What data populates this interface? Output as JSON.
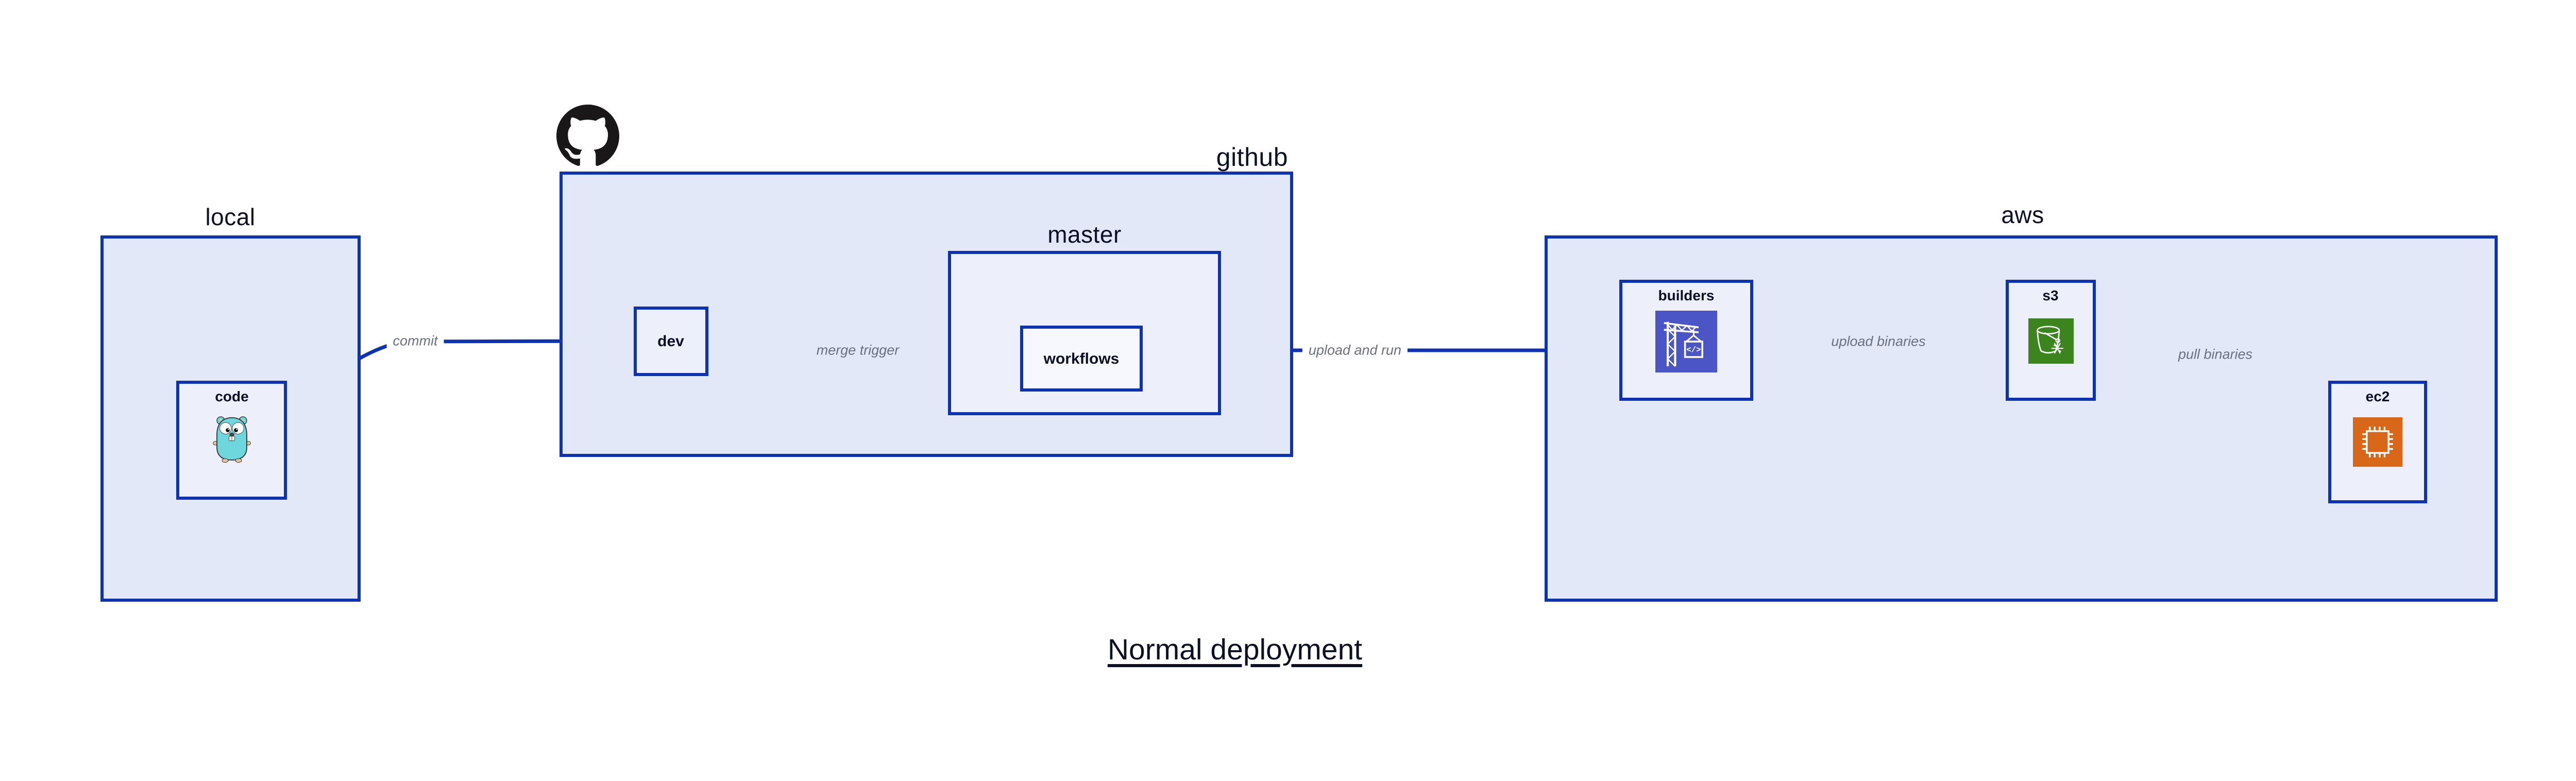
{
  "title": "Normal deployment",
  "colors": {
    "accent": "#0d33b3",
    "container_fill": "#e2e8f8",
    "node_fill": "#edf0fb",
    "nested_node_fill": "#f6f8fd",
    "edge_label_text": "#6a7080",
    "label_text": "#0b1026",
    "builders_icon_bg": "#4c55c5",
    "s3_icon_bg": "#3c851e",
    "ec2_icon_bg": "#d8671a",
    "gopher_body": "#6ed7dd",
    "github_logo": "#191717"
  },
  "containers": {
    "local": {
      "label": "local"
    },
    "github": {
      "label": "github",
      "logo_icon": "github-octocat-icon"
    },
    "master": {
      "label": "master"
    },
    "aws": {
      "label": "aws"
    }
  },
  "nodes": {
    "code": {
      "label": "code",
      "icon": "go-gopher-icon"
    },
    "dev": {
      "label": "dev"
    },
    "workflows": {
      "label": "workflows"
    },
    "builders": {
      "label": "builders",
      "icon": "aws-codebuild-icon"
    },
    "s3": {
      "label": "s3",
      "icon": "aws-s3-glacier-icon"
    },
    "ec2": {
      "label": "ec2",
      "icon": "aws-ec2-icon"
    }
  },
  "edges": [
    {
      "from": "code",
      "to": "dev",
      "label": "commit"
    },
    {
      "from": "dev",
      "to": "workflows",
      "label": "merge trigger"
    },
    {
      "from": "workflows",
      "to": "builders",
      "label": "upload and run"
    },
    {
      "from": "builders",
      "to": "s3",
      "label": "upload binaries"
    },
    {
      "from": "s3",
      "to": "ec2",
      "label": "pull binaries"
    }
  ]
}
